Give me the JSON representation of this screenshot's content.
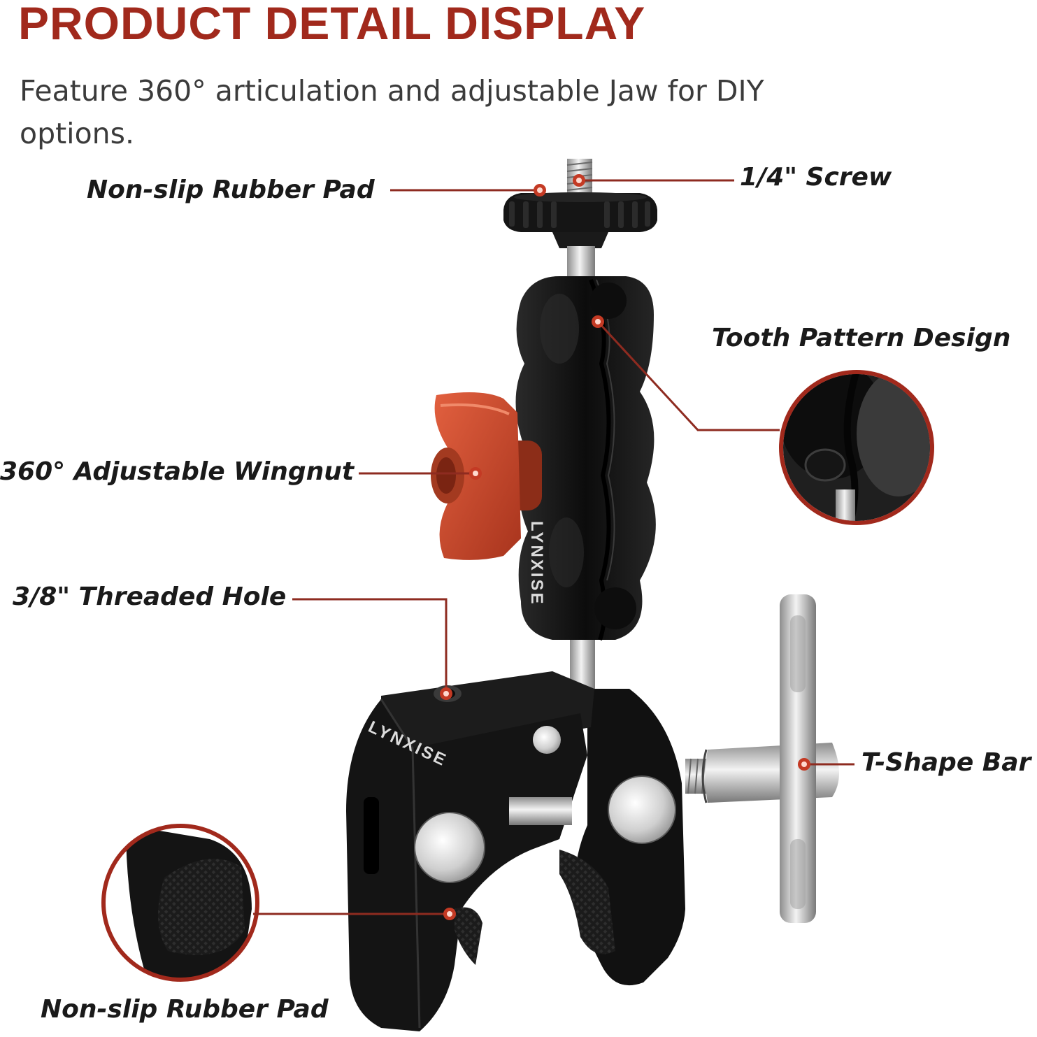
{
  "header": {
    "title": "PRODUCT DETAIL DISPLAY",
    "subtitle": "Feature 360° articulation and adjustable Jaw for DIY options."
  },
  "callouts": {
    "rubber_pad_top": "Non-slip Rubber Pad",
    "screw": "1/4\" Screw",
    "tooth_pattern": "Tooth Pattern Design",
    "wingnut": "360° Adjustable Wingnut",
    "threaded_hole": "3/8\" Threaded Hole",
    "t_shape_bar": "T-Shape Bar",
    "rubber_pad_bottom": "Non-slip Rubber Pad"
  },
  "product": {
    "brand_mark": "LYNXISE",
    "image_name": "magic-arm-super-clamp"
  },
  "colors": {
    "accent": "#a1291c",
    "leader_line": "#8e2b20",
    "metal_black": "#151515",
    "wingnut_orange": "#c9452a",
    "steel": "#c9c9c9",
    "text": "#1a1a1a"
  }
}
